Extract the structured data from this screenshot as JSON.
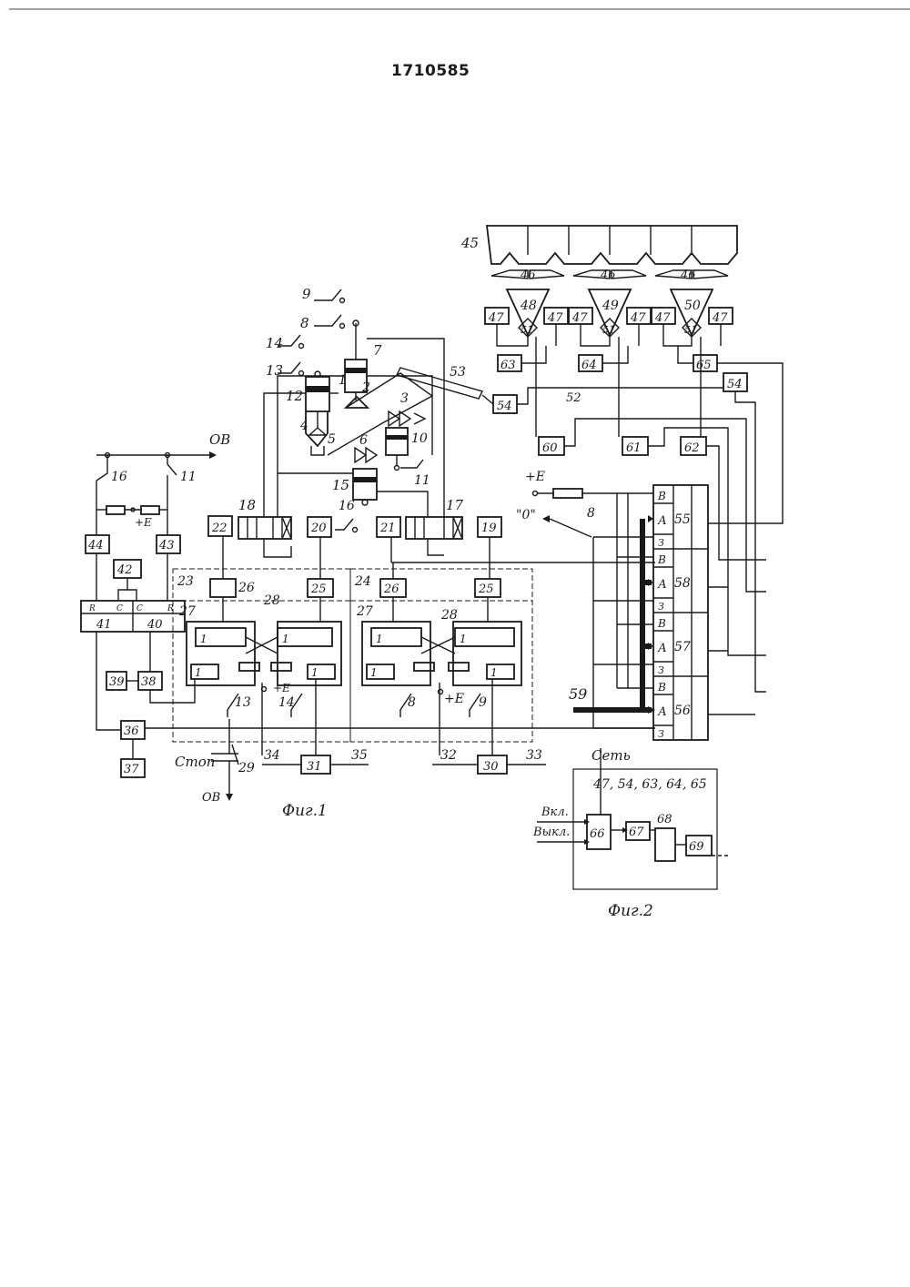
{
  "patent_number": "1710585",
  "figure_captions": {
    "fig1": "Фиг.1",
    "fig2": "Фиг.2"
  },
  "labels": {
    "ov": "ОВ",
    "plus_e": "+E",
    "zero": "\"0\"",
    "stop": "Стоп",
    "set": "Сеть",
    "vkl": "Вкл.",
    "vykl": "Выкл.",
    "fig2_list": "47, 54, 63, 64, 65",
    "rc": [
      "R",
      "C",
      "C",
      "R"
    ],
    "abz": [
      "В",
      "А",
      "З"
    ]
  },
  "block_numbers": {
    "b1": "1",
    "b2": "2",
    "b3": "3",
    "b4": "4",
    "b5": "5",
    "b6": "6",
    "b7": "7",
    "b8": "8",
    "b9": "9",
    "b10": "10",
    "b11": "11",
    "b12": "12",
    "b13": "13",
    "b14": "14",
    "b15": "15",
    "b16": "16",
    "b17": "17",
    "b18": "18",
    "b19": "19",
    "b20": "20",
    "b21": "21",
    "b22": "22",
    "b23": "23",
    "b24": "24",
    "b25": "25",
    "b26": "26",
    "b27": "27",
    "b28": "28",
    "b29": "29",
    "b30": "30",
    "b31": "31",
    "b32": "32",
    "b33": "33",
    "b34": "34",
    "b35": "35",
    "b36": "36",
    "b37": "37",
    "b38": "38",
    "b39": "39",
    "b40": "40",
    "b41": "41",
    "b42": "42",
    "b43": "43",
    "b44": "44",
    "b45": "45",
    "b46": "46",
    "b47": "47",
    "b48": "48",
    "b49": "49",
    "b50": "50",
    "b51": "51",
    "b52": "52",
    "b53": "53",
    "b54": "54",
    "b55": "55",
    "b56": "56",
    "b57": "57",
    "b58": "58",
    "b59": "59",
    "b60": "60",
    "b61": "61",
    "b62": "62",
    "b63": "63",
    "b64": "64",
    "b65": "65",
    "b66": "66",
    "b67": "67",
    "b68": "68",
    "b69": "69"
  }
}
